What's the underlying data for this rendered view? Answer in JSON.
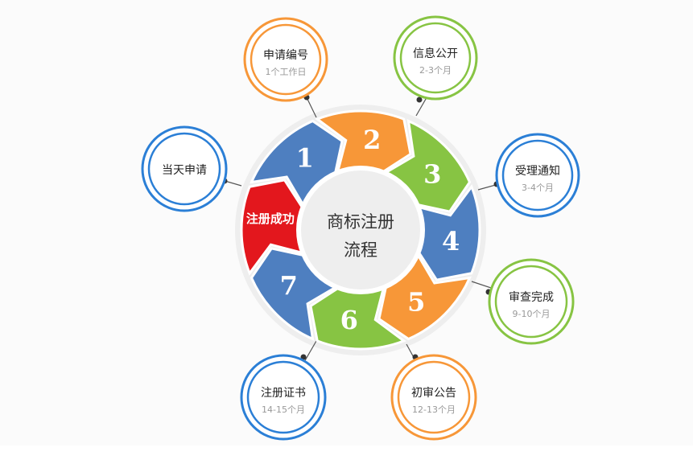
{
  "center": {
    "line1": "商标注册",
    "line2": "流程"
  },
  "colors": {
    "blue": "#4e7fc0",
    "orange": "#f79738",
    "green": "#87c443",
    "red": "#e3171d",
    "bubble_blue": "#2b7fd6"
  },
  "segments": [
    {
      "num": "1",
      "color": "blue"
    },
    {
      "num": "2",
      "color": "orange"
    },
    {
      "num": "3",
      "color": "green"
    },
    {
      "num": "4",
      "color": "blue"
    },
    {
      "num": "5",
      "color": "orange"
    },
    {
      "num": "6",
      "color": "green"
    },
    {
      "num": "7",
      "color": "blue"
    },
    {
      "label": "注册成功",
      "color": "red"
    }
  ],
  "steps": [
    {
      "title": "当天申请",
      "subtitle": ""
    },
    {
      "title": "申请编号",
      "subtitle": "1个工作日"
    },
    {
      "title": "信息公开",
      "subtitle": "2-3个月"
    },
    {
      "title": "受理通知",
      "subtitle": "3-4个月"
    },
    {
      "title": "审查完成",
      "subtitle": "9-10个月"
    },
    {
      "title": "初审公告",
      "subtitle": "12-13个月"
    },
    {
      "title": "注册证书",
      "subtitle": "14-15个月"
    }
  ]
}
